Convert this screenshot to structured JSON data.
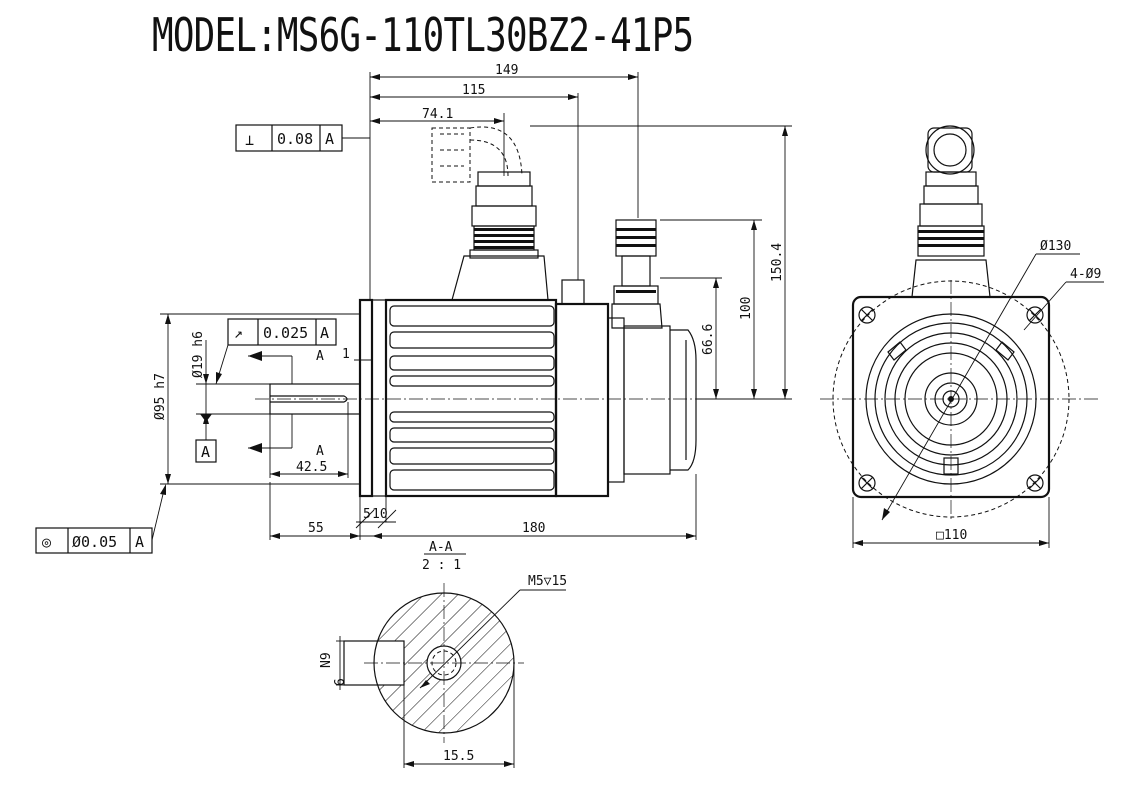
{
  "title": "MODEL:MS6G-110TL30BZ2-41P5",
  "dimensions": {
    "d149": "149",
    "d115": "115",
    "d74": "74.1",
    "d150": "150.4",
    "d100": "100",
    "d66": "66.6",
    "d1": "1",
    "d42": "42.5",
    "d55": "55",
    "d5": "5",
    "d10": "10",
    "d180": "180",
    "dia130": "Ø130",
    "holes": "4-Ø9",
    "sq110": "□110",
    "dia19": "Ø19 h6",
    "dia95": "Ø95 h7",
    "n9": "N9",
    "d6": "6",
    "d15_5": "15.5",
    "m5": "M5▽15"
  },
  "tolerances": {
    "perp_symbol": "⊥",
    "perp_value": "0.08",
    "perp_datum": "A",
    "runout_symbol": "↗",
    "runout_value": "0.025",
    "runout_datum": "A",
    "conc_symbol": "◎",
    "conc_value": "Ø0.05",
    "conc_datum": "A",
    "datum_label": "A"
  },
  "section": {
    "label_top": "A",
    "label_bottom": "A",
    "title": "A-A",
    "scale": "2 : 1"
  }
}
